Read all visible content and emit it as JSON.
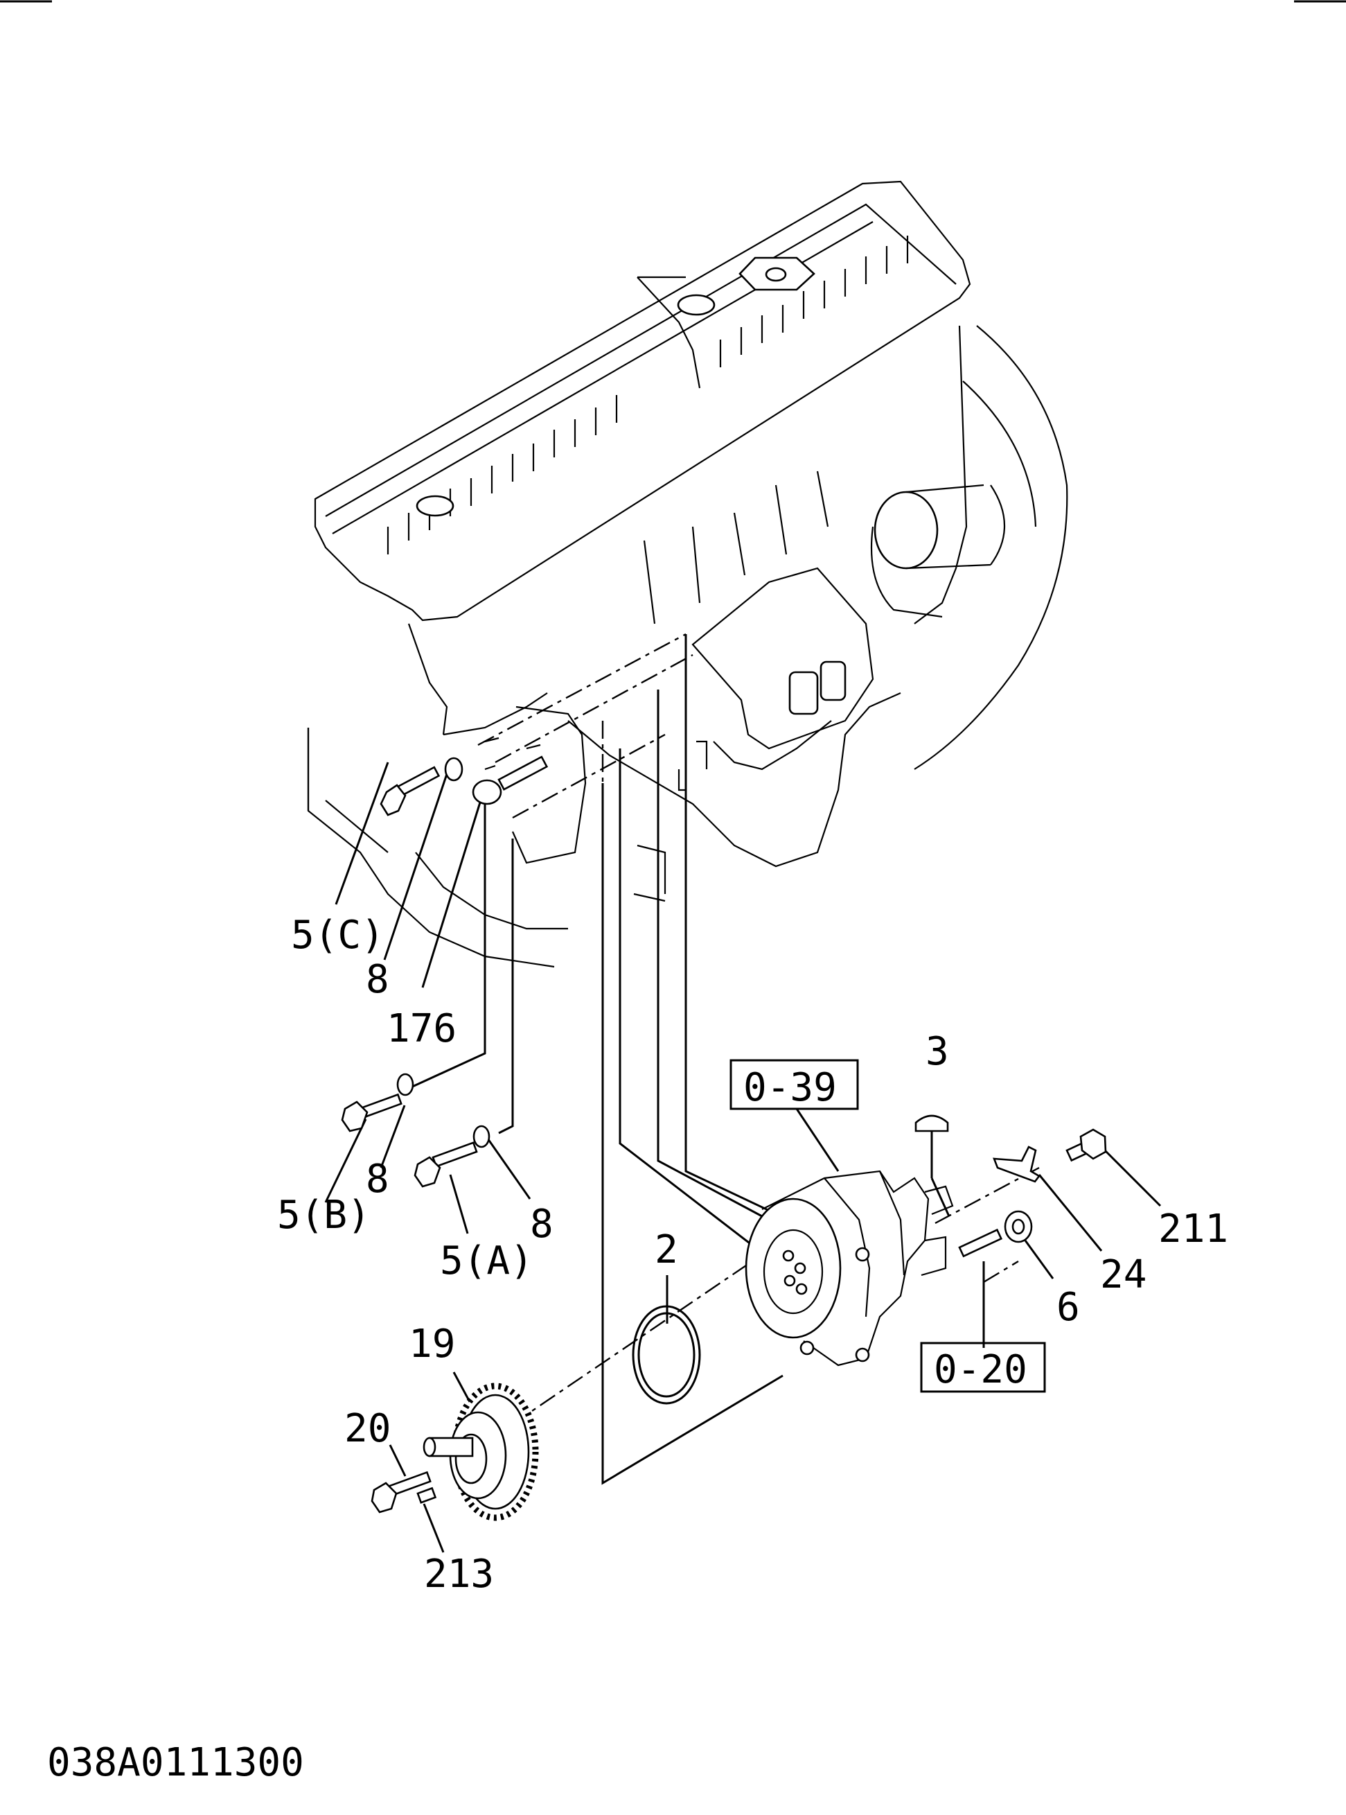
{
  "labels": {
    "p5c": "5(C)",
    "p8a": "8",
    "p176": "176",
    "p8b": "8",
    "p5b": "5(B)",
    "p8c": "8",
    "p5a": "5(A)",
    "p3": "3",
    "ref039": "0-39",
    "p211": "211",
    "p24": "24",
    "p6": "6",
    "ref020": "0-20",
    "p2": "2",
    "p19": "19",
    "p20": "20",
    "p213": "213"
  },
  "drawing_number": "038A0111300"
}
